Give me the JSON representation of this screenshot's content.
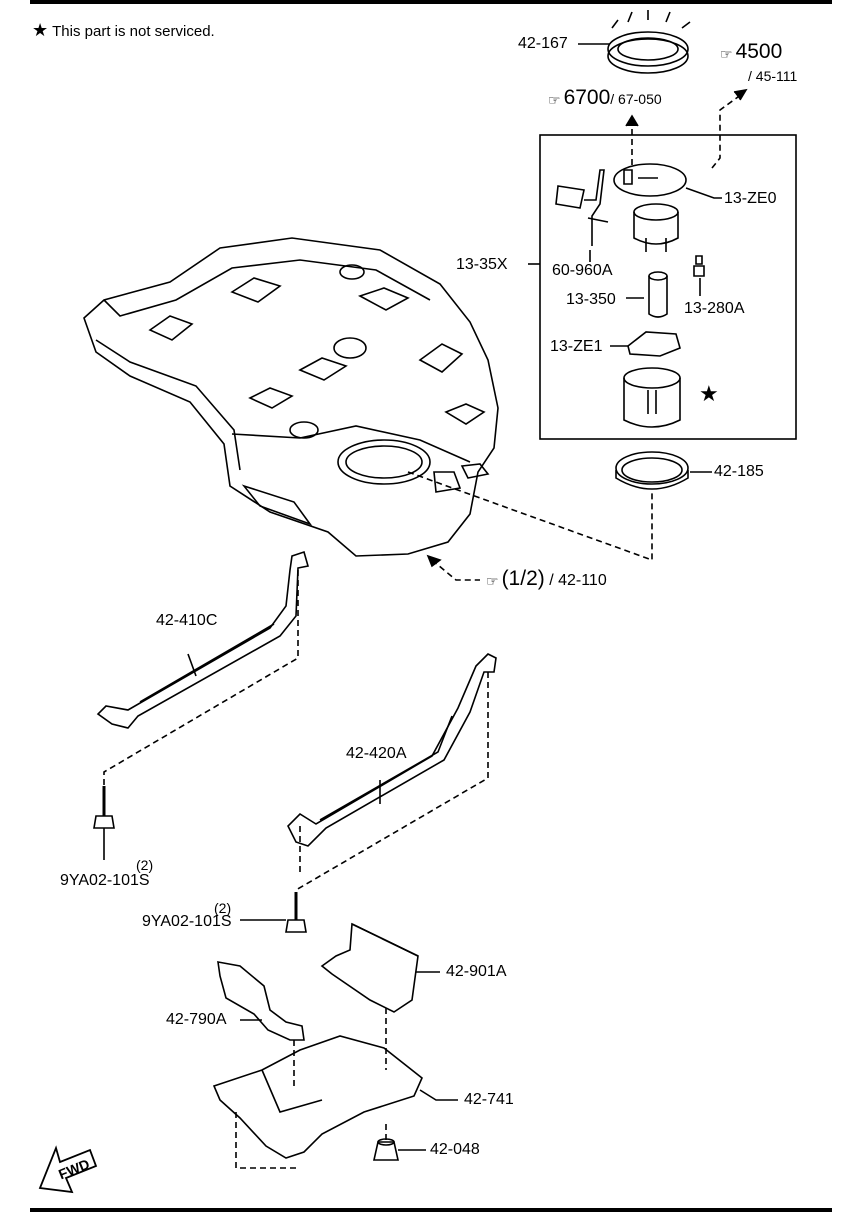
{
  "notice": {
    "star": "★",
    "text": "This part is not serviced."
  },
  "refs": {
    "r4500": {
      "num": "4500",
      "sub": "/ 45-111"
    },
    "r6700": {
      "num": "6700",
      "sub": "/ 67-050"
    },
    "r12": {
      "num": "(1/2)",
      "sub": "/ 42-110"
    }
  },
  "parts": {
    "p42_167": "42-167",
    "p13_ZE0": "13-ZE0",
    "p13_35X": "13-35X",
    "p60_960A": "60-960A",
    "p13_280A": "13-280A",
    "p13_350": "13-350",
    "p13_ZE1": "13-ZE1",
    "p42_185": "42-185",
    "p42_410C": "42-410C",
    "p42_420A": "42-420A",
    "bolt1_qty": "(2)",
    "bolt1": "9YA02-101S",
    "bolt2_qty": "(2)",
    "bolt2": "9YA02-101S",
    "p42_901A": "42-901A",
    "p42_790A": "42-790A",
    "p42_741": "42-741",
    "p42_048": "42-048"
  },
  "boxstar": "★",
  "fwd": "FWD",
  "book_icon": "book-icon"
}
